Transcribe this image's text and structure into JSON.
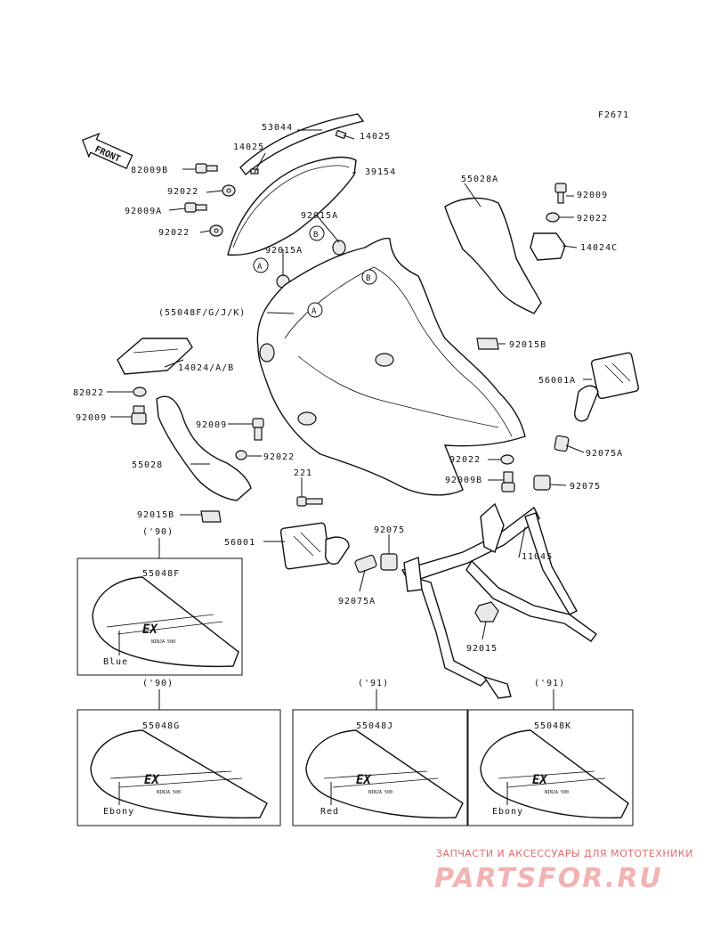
{
  "figure_code": "F2671",
  "front_label": "FRONT",
  "parts": [
    {
      "id": "p53044",
      "number": "53044"
    },
    {
      "id": "p14025a",
      "number": "14025"
    },
    {
      "id": "p14025b",
      "number": "14025"
    },
    {
      "id": "p82009b",
      "number": "82009B"
    },
    {
      "id": "p39154",
      "number": "39154"
    },
    {
      "id": "p92022a",
      "number": "92022"
    },
    {
      "id": "p92009a",
      "number": "92009A"
    },
    {
      "id": "p92015a1",
      "number": "92015A"
    },
    {
      "id": "p92022b",
      "number": "92022"
    },
    {
      "id": "p92015a2",
      "number": "92015A"
    },
    {
      "id": "p55028a",
      "number": "55028A"
    },
    {
      "id": "p92009r",
      "number": "92009"
    },
    {
      "id": "p92022r",
      "number": "92022"
    },
    {
      "id": "p14024c",
      "number": "14024C"
    },
    {
      "id": "p55048",
      "number": "(55048F/G/J/K)"
    },
    {
      "id": "p92015b",
      "number": "92015B"
    },
    {
      "id": "p14024",
      "number": "14024/A/B"
    },
    {
      "id": "p56001a",
      "number": "56001A"
    },
    {
      "id": "p82022",
      "number": "82022"
    },
    {
      "id": "p92009l",
      "number": "92009"
    },
    {
      "id": "p92009m",
      "number": "92009"
    },
    {
      "id": "p92075a1",
      "number": "92075A"
    },
    {
      "id": "p92022m",
      "number": "92022"
    },
    {
      "id": "p55028",
      "number": "55028"
    },
    {
      "id": "p92022c",
      "number": "92022"
    },
    {
      "id": "p92009b",
      "number": "92009B"
    },
    {
      "id": "p92075r",
      "number": "92075"
    },
    {
      "id": "p221",
      "number": "221"
    },
    {
      "id": "p92015b2",
      "number": "92015B"
    },
    {
      "id": "p92075c",
      "number": "92075"
    },
    {
      "id": "p56001",
      "number": "56001"
    },
    {
      "id": "p11045",
      "number": "11045"
    },
    {
      "id": "p92075a2",
      "number": "92075A"
    },
    {
      "id": "p92015",
      "number": "92015"
    }
  ],
  "callouts": [
    "A",
    "B",
    "A",
    "B"
  ],
  "variants": [
    {
      "year": "('90)",
      "part": "55048F",
      "color": "Blue"
    },
    {
      "year": "('90)",
      "part": "55048G",
      "color": "Ebony"
    },
    {
      "year": "('91)",
      "part": "55048J",
      "color": "Red"
    },
    {
      "year": "('91)",
      "part": "55048K",
      "color": "Ebony"
    }
  ],
  "decal_text": "EX",
  "decal_sub": "NINJA 500",
  "watermark": {
    "tagline": "ЗАПЧАСТИ И АКСЕССУАРЫ ДЛЯ МОТОТЕХНИКИ",
    "brand": "PARTSFOR.RU"
  }
}
